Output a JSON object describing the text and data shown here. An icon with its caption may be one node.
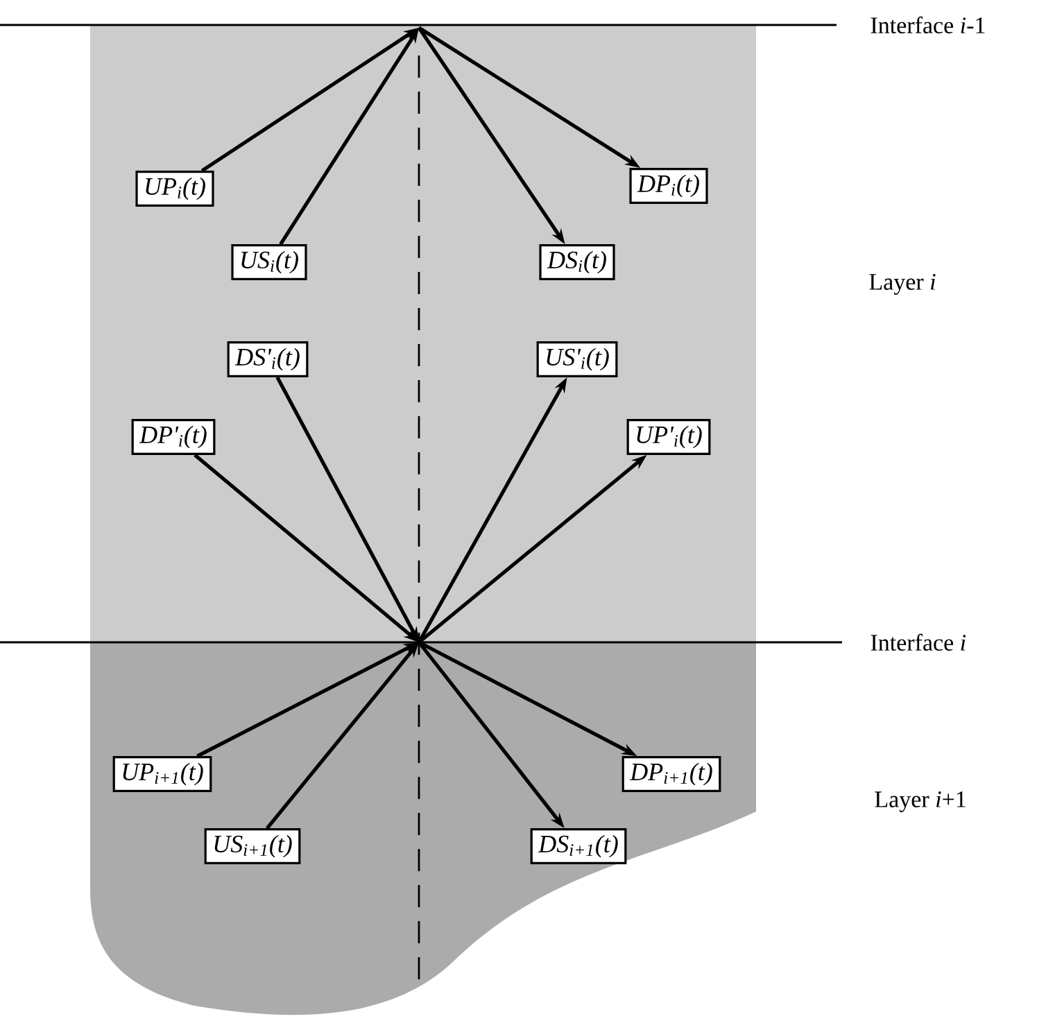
{
  "diagram": {
    "nodes": [
      {
        "text": [
          "UP$_{i}$(t)"
        ]
      },
      {
        "text": [
          "DP$_{i}$(t)"
        ]
      },
      {
        "text": [
          "US$_{i}$(t)"
        ]
      },
      {
        "text": [
          "DS$_{i}$(t)"
        ]
      },
      {
        "text": [
          "DS'$_{i}$(t)"
        ]
      },
      {
        "text": [
          "US'$_{i}$(t)"
        ]
      },
      {
        "text": [
          "DP'$_{i}$(t)"
        ]
      },
      {
        "text": [
          "UP'$_{i}$(t)"
        ]
      },
      {
        "text": [
          "UP$_{i+1}$(t)"
        ]
      },
      {
        "text": [
          "DP$_{i+1}$(t)"
        ]
      },
      {
        "text": [
          "US$_{i+1}$(t)"
        ]
      },
      {
        "text": [
          "DS$_{i+1}$(t)"
        ]
      }
    ],
    "edges": [
      {
        "from": 0,
        "to": null,
        "arrow": "to"
      },
      {
        "from": 2,
        "to": null,
        "arrow": "to"
      },
      {
        "from": null,
        "to": 1,
        "arrow": "to"
      },
      {
        "from": null,
        "to": 3,
        "arrow": "to"
      },
      {
        "from": 4,
        "to": null,
        "arrow": "to"
      },
      {
        "from": 6,
        "to": null,
        "arrow": "to"
      },
      {
        "from": null,
        "to": 5,
        "arrow": "to"
      },
      {
        "from": null,
        "to": 7,
        "arrow": "to"
      },
      {
        "from": 8,
        "to": null,
        "arrow": "to"
      },
      {
        "from": 10,
        "to": null,
        "arrow": "to"
      },
      {
        "from": null,
        "to": 9,
        "arrow": "to"
      },
      {
        "from": null,
        "to": 11,
        "arrow": "to"
      }
    ],
    "labels": [
      "Interface *i*-1",
      "Layer *i*",
      "Interface *i*",
      "Layer *i*+1"
    ]
  }
}
